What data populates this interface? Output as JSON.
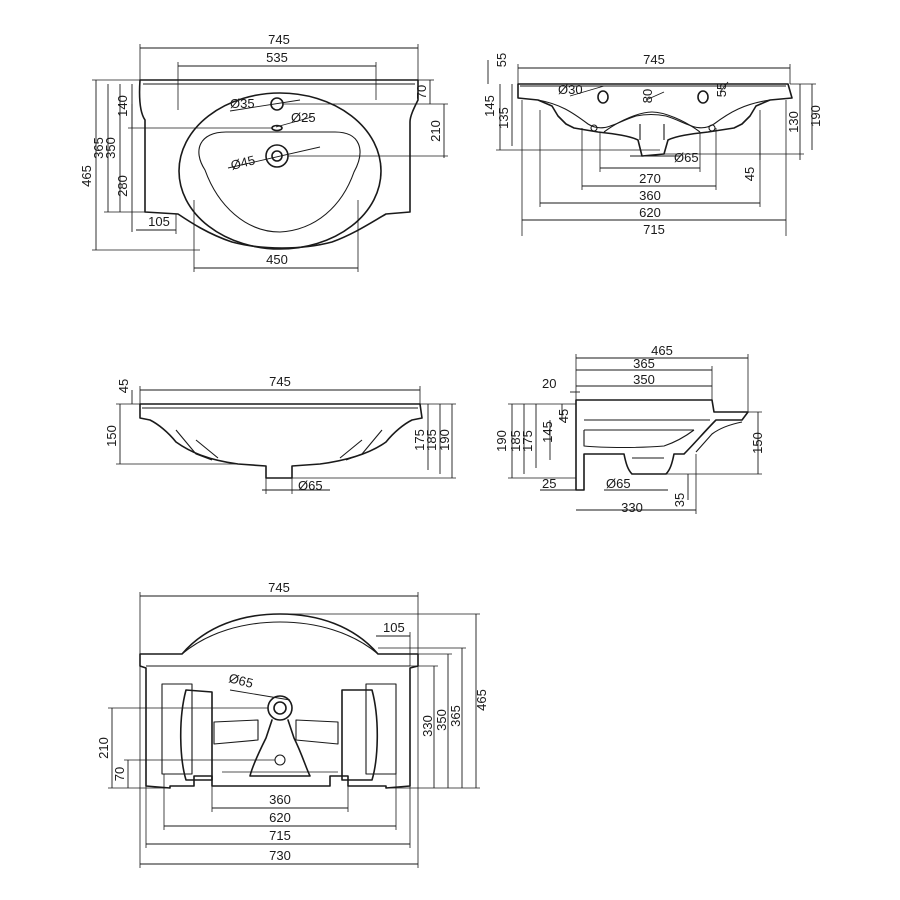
{
  "views": {
    "top": {
      "w745": "745",
      "w535": "535",
      "w450": "450",
      "w105": "105",
      "h465": "465",
      "h365": "365",
      "h350": "350",
      "h280": "280",
      "h140": "140",
      "r70": "70",
      "r210": "210",
      "d35": "Ø35",
      "d25": "Ø25",
      "d45": "Ø45"
    },
    "front_section": {
      "w745": "745",
      "d30": "Ø30",
      "v80": "80",
      "v55r": "55",
      "v55l": "55",
      "v145": "145",
      "v135": "135",
      "v130": "130",
      "v190": "190",
      "d65": "Ø65",
      "w270": "270",
      "w360": "360",
      "w620": "620",
      "w715": "715",
      "v45": "45"
    },
    "front_elevation": {
      "w745": "745",
      "v45": "45",
      "v150": "150",
      "v175": "175",
      "v185": "185",
      "v190": "190",
      "d65": "Ø65"
    },
    "side": {
      "w465": "465",
      "w365": "365",
      "w350": "350",
      "v20": "20",
      "v45": "45",
      "v190": "190",
      "v185": "185",
      "v175": "175",
      "v145": "145",
      "v150": "150",
      "v25": "25",
      "d65": "Ø65",
      "v35": "35",
      "w330": "330"
    },
    "bottom": {
      "w745": "745",
      "w105": "105",
      "d65": "Ø65",
      "v330": "330",
      "v350": "350",
      "v365": "365",
      "v465": "465",
      "v210": "210",
      "v70": "70",
      "w360": "360",
      "w620": "620",
      "w715": "715",
      "w730": "730"
    }
  }
}
